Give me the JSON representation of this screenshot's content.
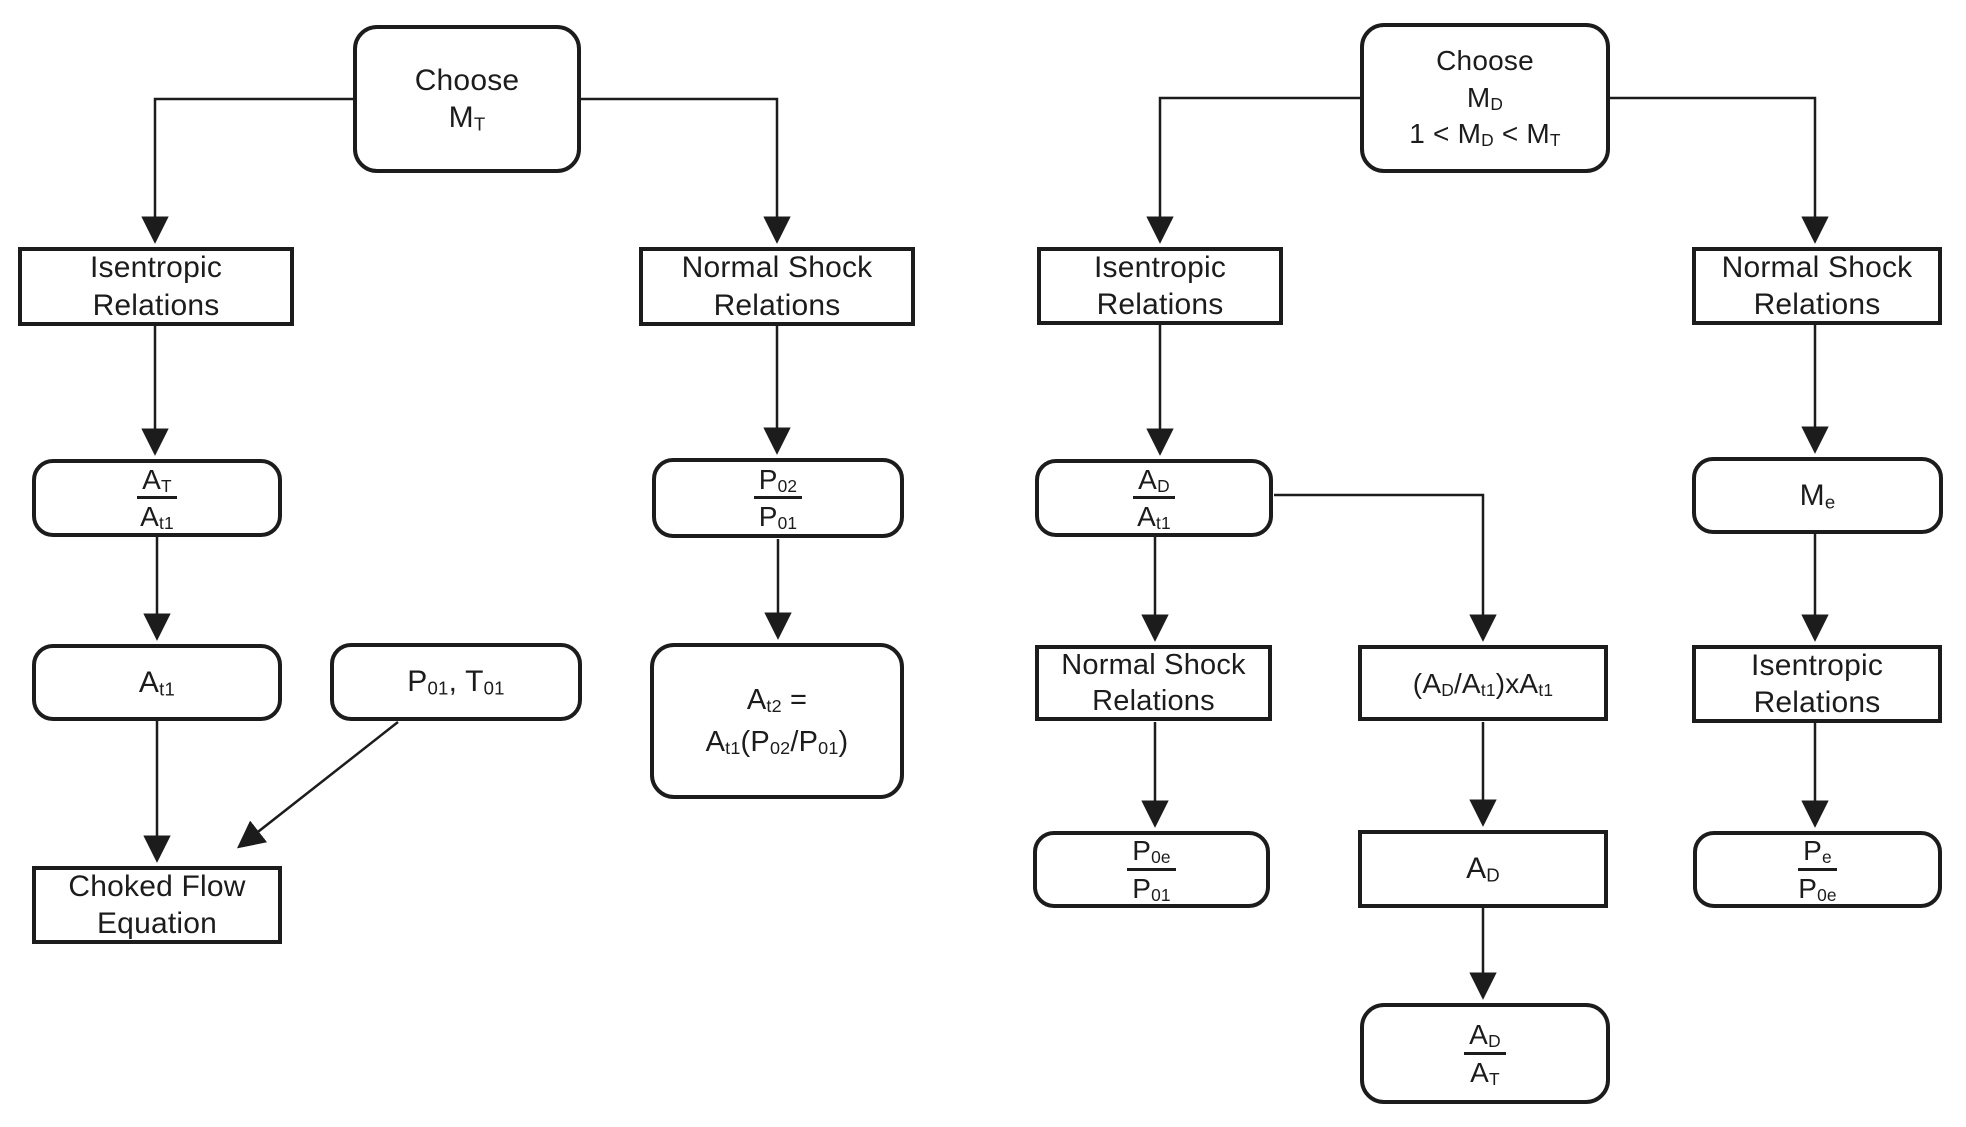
{
  "colors": {
    "ink": "#1c1c1c",
    "background": "#ffffff"
  },
  "boxes": {
    "choose_mt": {
      "line1": "Choose",
      "line2": [
        {
          "t": "M"
        },
        {
          "t": "T",
          "s": 1
        }
      ]
    },
    "isentropic_left": {
      "line1": "Isentropic",
      "line2": "Relations"
    },
    "normal_shock_left": {
      "line1": "Normal Shock",
      "line2": "Relations"
    },
    "at_over_at1": {
      "num": [
        {
          "t": "A"
        },
        {
          "t": "T",
          "s": 1
        }
      ],
      "den": [
        {
          "t": "A"
        },
        {
          "t": "t1",
          "s": 1
        }
      ]
    },
    "p02_over_p01": {
      "num": [
        {
          "t": "P"
        },
        {
          "t": "02",
          "s": 1
        }
      ],
      "den": [
        {
          "t": "P"
        },
        {
          "t": "01",
          "s": 1
        }
      ]
    },
    "at1": {
      "line1": [
        {
          "t": "A"
        },
        {
          "t": "t1",
          "s": 1
        }
      ]
    },
    "p01_t01": {
      "line1": [
        {
          "t": "P"
        },
        {
          "t": "01",
          "s": 1
        },
        {
          "t": ", T"
        },
        {
          "t": "01",
          "s": 1
        }
      ]
    },
    "at2_formula": {
      "line1": [
        {
          "t": "A"
        },
        {
          "t": "t2",
          "s": 1
        },
        {
          "t": " ="
        }
      ],
      "line2": [
        {
          "t": "A"
        },
        {
          "t": "t1",
          "s": 1
        },
        {
          "t": "(P"
        },
        {
          "t": "02",
          "s": 1
        },
        {
          "t": "/P"
        },
        {
          "t": "01",
          "s": 1
        },
        {
          "t": ")"
        }
      ]
    },
    "choked_flow": {
      "line1": "Choked Flow",
      "line2": "Equation"
    },
    "choose_md": {
      "line1": "Choose",
      "line2": [
        {
          "t": "M"
        },
        {
          "t": "D",
          "s": 1
        }
      ],
      "line3": [
        {
          "t": "1 < M"
        },
        {
          "t": "D",
          "s": 1
        },
        {
          "t": " < M"
        },
        {
          "t": "T",
          "s": 1
        }
      ]
    },
    "isentropic_mid": {
      "line1": "Isentropic",
      "line2": "Relations"
    },
    "normal_shock_far": {
      "line1": "Normal Shock",
      "line2": "Relations"
    },
    "ad_over_at1": {
      "num": [
        {
          "t": "A"
        },
        {
          "t": "D",
          "s": 1
        }
      ],
      "den": [
        {
          "t": "A"
        },
        {
          "t": "t1",
          "s": 1
        }
      ]
    },
    "me": {
      "line1": [
        {
          "t": "M"
        },
        {
          "t": "e",
          "s": 1
        }
      ]
    },
    "normal_shock_mid": {
      "line1": "Normal Shock",
      "line2": "Relations"
    },
    "ad_times_at1": {
      "line1": [
        {
          "t": "(A"
        },
        {
          "t": "D",
          "s": 1
        },
        {
          "t": "/A"
        },
        {
          "t": "t1",
          "s": 1
        },
        {
          "t": ")xA"
        },
        {
          "t": "t1",
          "s": 1
        }
      ]
    },
    "isentropic_far": {
      "line1": "Isentropic",
      "line2": "Relations"
    },
    "p0e_over_p01": {
      "num": [
        {
          "t": "P"
        },
        {
          "t": "0e",
          "s": 1
        }
      ],
      "den": [
        {
          "t": "P"
        },
        {
          "t": "01",
          "s": 1
        }
      ]
    },
    "ad": {
      "line1": [
        {
          "t": "A"
        },
        {
          "t": "D",
          "s": 1
        }
      ]
    },
    "pe_over_p0e": {
      "num": [
        {
          "t": "P"
        },
        {
          "t": "e",
          "s": 1
        }
      ],
      "den": [
        {
          "t": "P"
        },
        {
          "t": "0e",
          "s": 1
        }
      ]
    },
    "ad_over_at": {
      "num": [
        {
          "t": "A"
        },
        {
          "t": "D",
          "s": 1
        }
      ],
      "den": [
        {
          "t": "A"
        },
        {
          "t": "T",
          "s": 1
        }
      ]
    }
  },
  "edges": [
    {
      "from": "choose-mt",
      "to": "isentropic-relations-left"
    },
    {
      "from": "choose-mt",
      "to": "normal-shock-relations-left"
    },
    {
      "from": "isentropic-relations-left",
      "to": "at-over-at1"
    },
    {
      "from": "at-over-at1",
      "to": "at1"
    },
    {
      "from": "at1",
      "to": "choked-flow-equation"
    },
    {
      "from": "p01-t01",
      "to": "choked-flow-equation"
    },
    {
      "from": "normal-shock-relations-left",
      "to": "p02-over-p01"
    },
    {
      "from": "p02-over-p01",
      "to": "at2-formula"
    },
    {
      "from": "choose-md",
      "to": "isentropic-relations-mid"
    },
    {
      "from": "choose-md",
      "to": "normal-shock-relations-far"
    },
    {
      "from": "isentropic-relations-mid",
      "to": "ad-over-at1"
    },
    {
      "from": "ad-over-at1",
      "to": "normal-shock-relations-mid"
    },
    {
      "from": "ad-over-at1",
      "to": "ad-times-at1"
    },
    {
      "from": "normal-shock-relations-mid",
      "to": "p0e-over-p01"
    },
    {
      "from": "ad-times-at1",
      "to": "ad"
    },
    {
      "from": "ad",
      "to": "ad-over-at"
    },
    {
      "from": "normal-shock-relations-far",
      "to": "me"
    },
    {
      "from": "me",
      "to": "isentropic-relations-far"
    },
    {
      "from": "isentropic-relations-far",
      "to": "pe-over-p0e"
    }
  ]
}
